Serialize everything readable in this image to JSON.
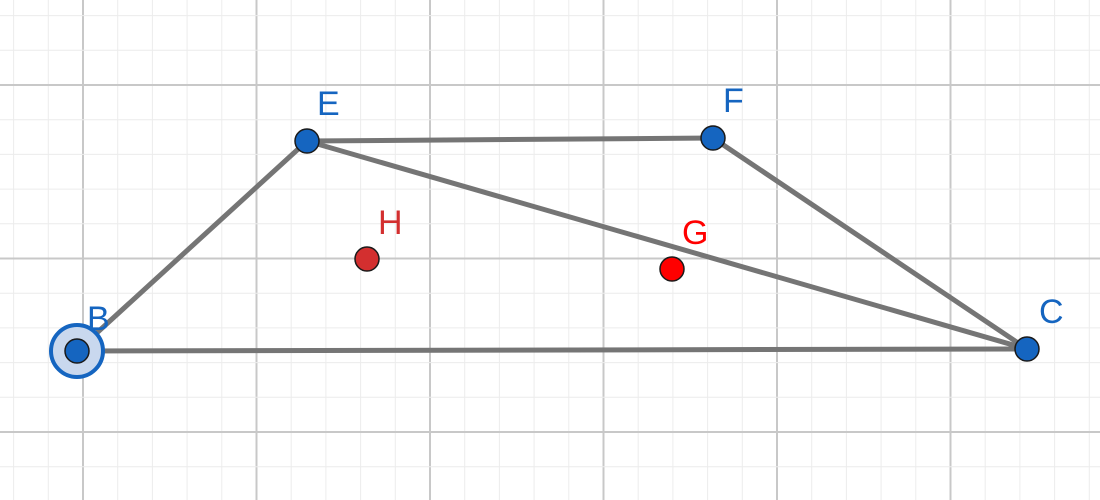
{
  "points": [
    {
      "id": "B",
      "label": "B",
      "kind": "free",
      "selected": true
    },
    {
      "id": "E",
      "label": "E",
      "kind": "free",
      "selected": false
    },
    {
      "id": "F",
      "label": "F",
      "kind": "free",
      "selected": false
    },
    {
      "id": "C",
      "label": "C",
      "kind": "free",
      "selected": false
    },
    {
      "id": "H",
      "label": "H",
      "kind": "dependent",
      "selected": false
    },
    {
      "id": "G",
      "label": "G",
      "kind": "dependent",
      "selected": false
    }
  ],
  "segments": [
    {
      "from": "B",
      "to": "E"
    },
    {
      "from": "E",
      "to": "F"
    },
    {
      "from": "F",
      "to": "C"
    },
    {
      "from": "B",
      "to": "C"
    },
    {
      "from": "E",
      "to": "C"
    }
  ],
  "colors": {
    "free_point": "#1565c0",
    "dependent_point_H": "#d32f2f",
    "dependent_point_G": "#ff0000",
    "segment": "#757575",
    "selection_halo": "#c9d8ee",
    "grid_major": "#c8c8c8",
    "grid_minor": "#ececec",
    "free_label": "#1565c0",
    "dependent_label": "#d32f2f"
  },
  "grid": {
    "visible": true
  }
}
